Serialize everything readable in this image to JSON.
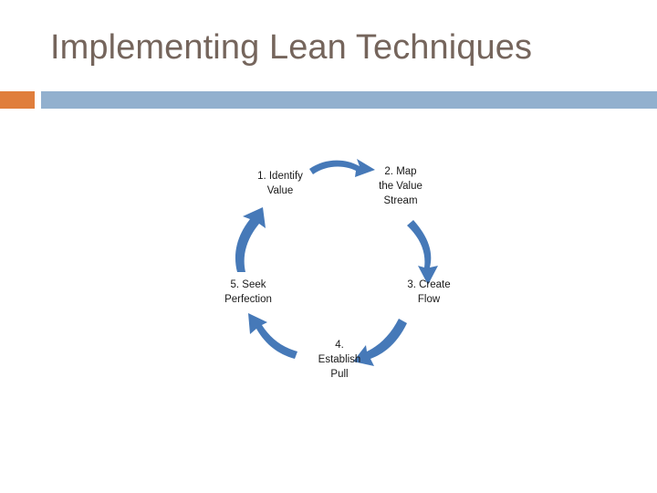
{
  "slide": {
    "title": "Implementing Lean Techniques",
    "background_color": "#ffffff",
    "title_color": "#75655c",
    "accent_color": "#e07e3c",
    "band_color": "#92b0ce",
    "arrow_color": "#4679b8"
  },
  "diagram": {
    "type": "cycle",
    "direction": "clockwise",
    "step_count": 5,
    "steps": [
      {
        "number": "1.",
        "label": "1. Identify\nValue",
        "name": "identify-value"
      },
      {
        "number": "2.",
        "label": "2. Map\nthe Value\nStream",
        "name": "map-the-value-stream"
      },
      {
        "number": "3.",
        "label": "3. Create\nFlow",
        "name": "create-flow"
      },
      {
        "number": "4.",
        "label": "4.\nEstablish\nPull",
        "name": "establish-pull"
      },
      {
        "number": "5.",
        "label": "5. Seek\nPerfection",
        "name": "seek-perfection"
      }
    ],
    "arrows": [
      {
        "from": "1. Identify Value",
        "to": "2. Map the Value Stream"
      },
      {
        "from": "2. Map the Value Stream",
        "to": "3. Create Flow"
      },
      {
        "from": "3. Create Flow",
        "to": "4. Establish Pull"
      },
      {
        "from": "4. Establish Pull",
        "to": "5. Seek Perfection"
      },
      {
        "from": "5. Seek Perfection",
        "to": "1. Identify Value"
      }
    ]
  }
}
